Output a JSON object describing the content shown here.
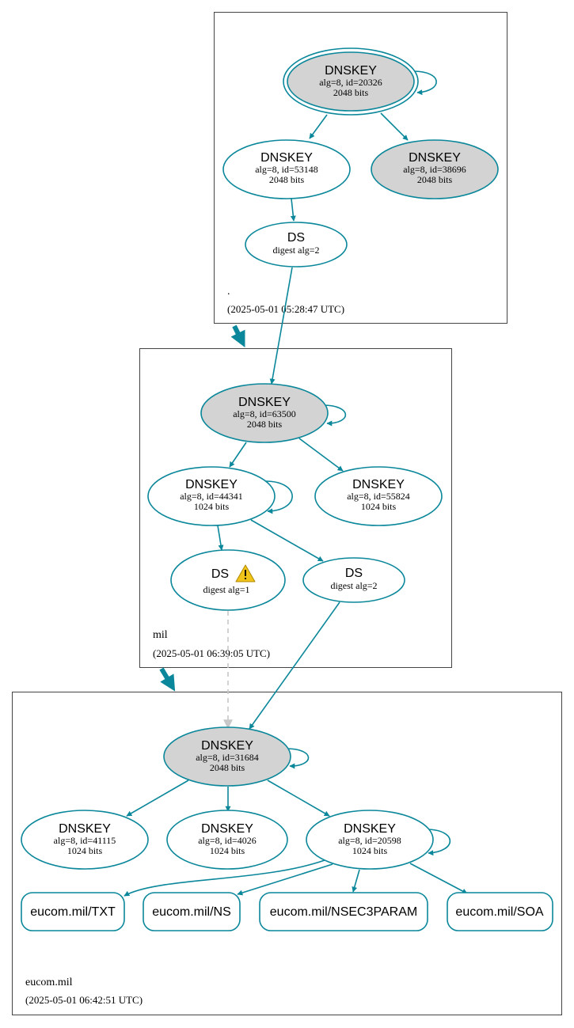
{
  "colors": {
    "edge": "#0a879a",
    "node_fill_ksk": "#d3d3d3",
    "node_fill_plain": "#ffffff",
    "dashed_edge": "#c8c8c8",
    "warning": "#f0c419"
  },
  "zones": {
    "root": {
      "label": ".",
      "timestamp": "(2025-05-01 05:28:47 UTC)"
    },
    "mil": {
      "label": "mil",
      "timestamp": "(2025-05-01 06:39:05 UTC)"
    },
    "eucom": {
      "label": "eucom.mil",
      "timestamp": "(2025-05-01 06:42:51 UTC)"
    }
  },
  "nodes": {
    "root_ksk": {
      "title": "DNSKEY",
      "alg": "alg=8, id=20326",
      "bits": "2048 bits"
    },
    "root_zsk1": {
      "title": "DNSKEY",
      "alg": "alg=8, id=53148",
      "bits": "2048 bits"
    },
    "root_zsk2": {
      "title": "DNSKEY",
      "alg": "alg=8, id=38696",
      "bits": "2048 bits"
    },
    "root_ds": {
      "title": "DS",
      "alg": "digest alg=2"
    },
    "mil_ksk": {
      "title": "DNSKEY",
      "alg": "alg=8, id=63500",
      "bits": "2048 bits"
    },
    "mil_zsk1": {
      "title": "DNSKEY",
      "alg": "alg=8, id=44341",
      "bits": "1024 bits"
    },
    "mil_zsk2": {
      "title": "DNSKEY",
      "alg": "alg=8, id=55824",
      "bits": "1024 bits"
    },
    "mil_ds1": {
      "title": "DS",
      "alg": "digest alg=1"
    },
    "mil_ds2": {
      "title": "DS",
      "alg": "digest alg=2"
    },
    "eucom_ksk": {
      "title": "DNSKEY",
      "alg": "alg=8, id=31684",
      "bits": "2048 bits"
    },
    "eucom_key1": {
      "title": "DNSKEY",
      "alg": "alg=8, id=41115",
      "bits": "1024 bits"
    },
    "eucom_key2": {
      "title": "DNSKEY",
      "alg": "alg=8, id=4026",
      "bits": "1024 bits"
    },
    "eucom_key3": {
      "title": "DNSKEY",
      "alg": "alg=8, id=20598",
      "bits": "1024 bits"
    }
  },
  "records": {
    "txt": "eucom.mil/TXT",
    "ns": "eucom.mil/NS",
    "nsec3param": "eucom.mil/NSEC3PARAM",
    "soa": "eucom.mil/SOA"
  },
  "icons": {
    "warning": "warning-icon"
  }
}
